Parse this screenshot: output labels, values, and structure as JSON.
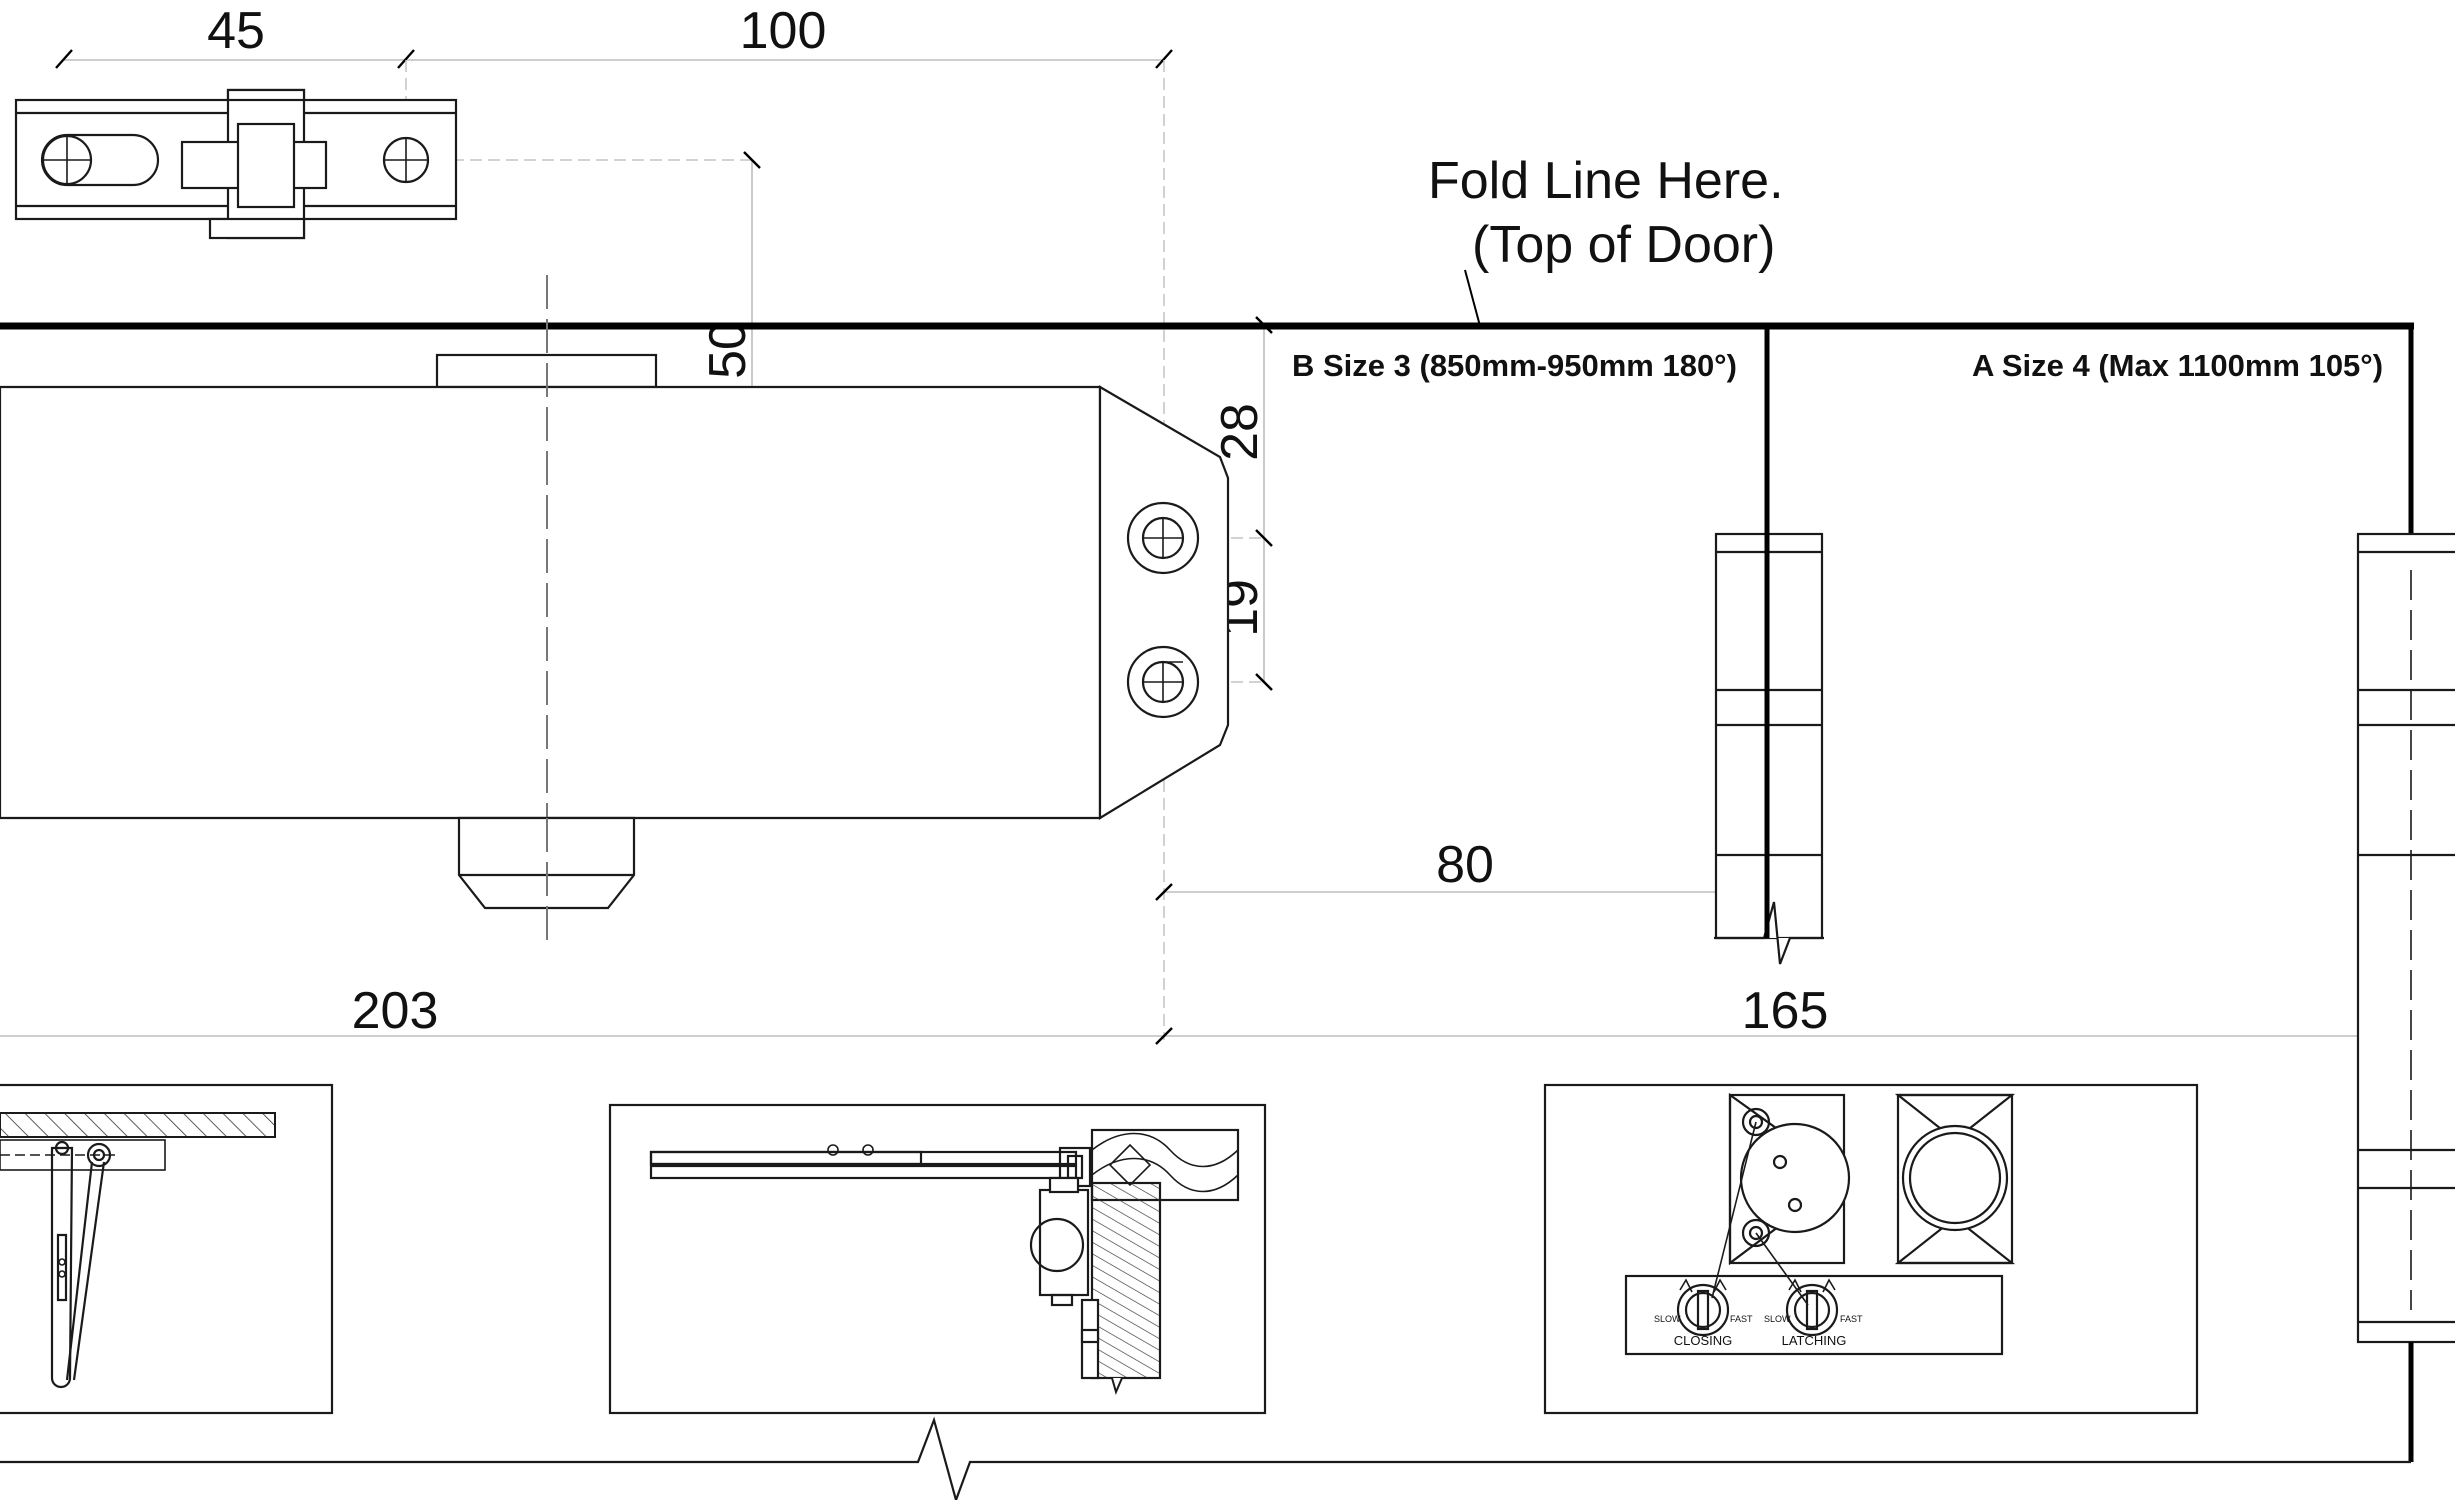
{
  "dimensions": {
    "d45": "45",
    "d100": "100",
    "d50": "50",
    "d28": "28",
    "d19": "19",
    "d80": "80",
    "d203": "203",
    "d165": "165"
  },
  "fold_line": {
    "line1": "Fold Line Here.",
    "line2": "(Top of Door)"
  },
  "size_labels": {
    "b": "B Size 3 (850mm-950mm 180°)",
    "a": "A Size 4 (Max 1100mm 105°)"
  },
  "adjustment_panel": {
    "slow_left": "SLOW",
    "fast_left": "FAST",
    "closing": "CLOSING",
    "slow_right": "SLOW",
    "fast_right": "FAST",
    "latching": "LATCHING"
  }
}
